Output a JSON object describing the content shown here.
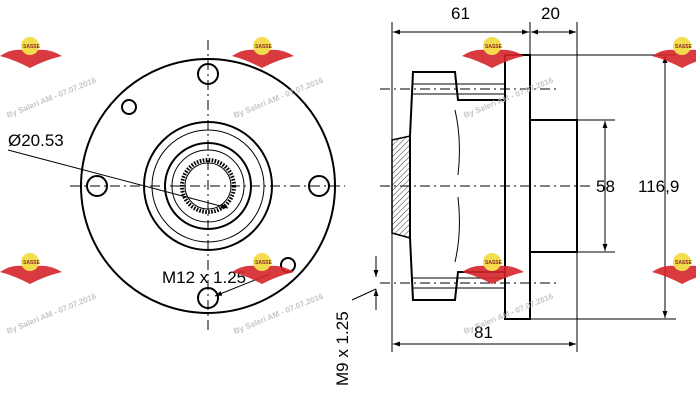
{
  "dimensions": {
    "bearing_bore": "Ø20.53",
    "stud_thread": "M12 x 1.25",
    "bolt_thread": "M9 x 1.25",
    "flange_offset": "61",
    "flange_thickness": "20",
    "pilot_diameter": "58",
    "flange_diameter": "116,9",
    "overall_length": "81"
  },
  "watermark": {
    "text": "By Saleri AM - 07.07.2016",
    "logo_text": "SASSE",
    "logo_color": "#d4242b",
    "badge_color": "#f2d83a"
  }
}
